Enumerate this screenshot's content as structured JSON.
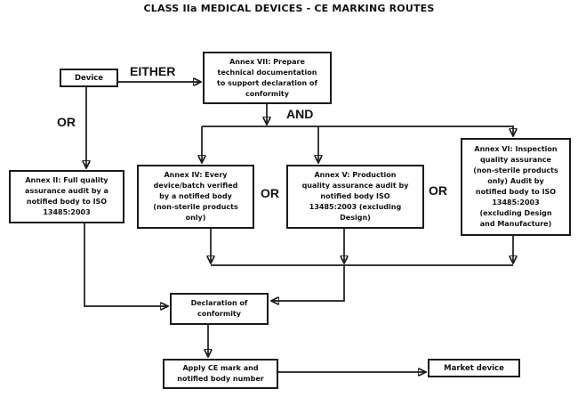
{
  "title": "CLASS IIa MEDICAL DEVICES - CE MARKING ROUTES",
  "colors": {
    "background": "#ffffff",
    "line": "#1a1a1a",
    "box_border": "#1a1a1a",
    "box_background": "#ffffff",
    "text": "#111111"
  },
  "connector_labels": {
    "either": "EITHER",
    "and": "AND",
    "or_left": "OR",
    "or_middle": "OR",
    "or_right": "OR"
  },
  "nodes": {
    "device": {
      "label": "Device"
    },
    "annex_vii": {
      "lines": [
        "Annex VII: Prepare",
        "technical documentation",
        "to support declaration of",
        "conformity"
      ]
    },
    "annex_ii": {
      "lines": [
        "Annex II: Full quality",
        "assurance audit by a",
        "notified body to ISO",
        "13485:2003"
      ]
    },
    "annex_iv": {
      "lines": [
        "Annex IV: Every",
        "device/batch verified",
        "by a notified body",
        "(non-sterile products",
        "only)"
      ]
    },
    "annex_v": {
      "lines": [
        "Annex V: Production",
        "quality assurance audit by",
        "notified body ISO",
        "13485:2003 (excluding",
        "Design)"
      ]
    },
    "annex_vi": {
      "lines": [
        "Annex VI: Inspection",
        "quality assurance",
        "(non-sterile products",
        "only) Audit by",
        "notified body to ISO",
        "13485:2003",
        "(excluding Design",
        "and Manufacture)"
      ]
    },
    "declaration": {
      "lines": [
        "Declaration of",
        "conformity"
      ]
    },
    "apply_ce": {
      "lines": [
        "Apply CE mark and",
        "notified body number"
      ]
    },
    "market": {
      "label": "Market device"
    }
  }
}
